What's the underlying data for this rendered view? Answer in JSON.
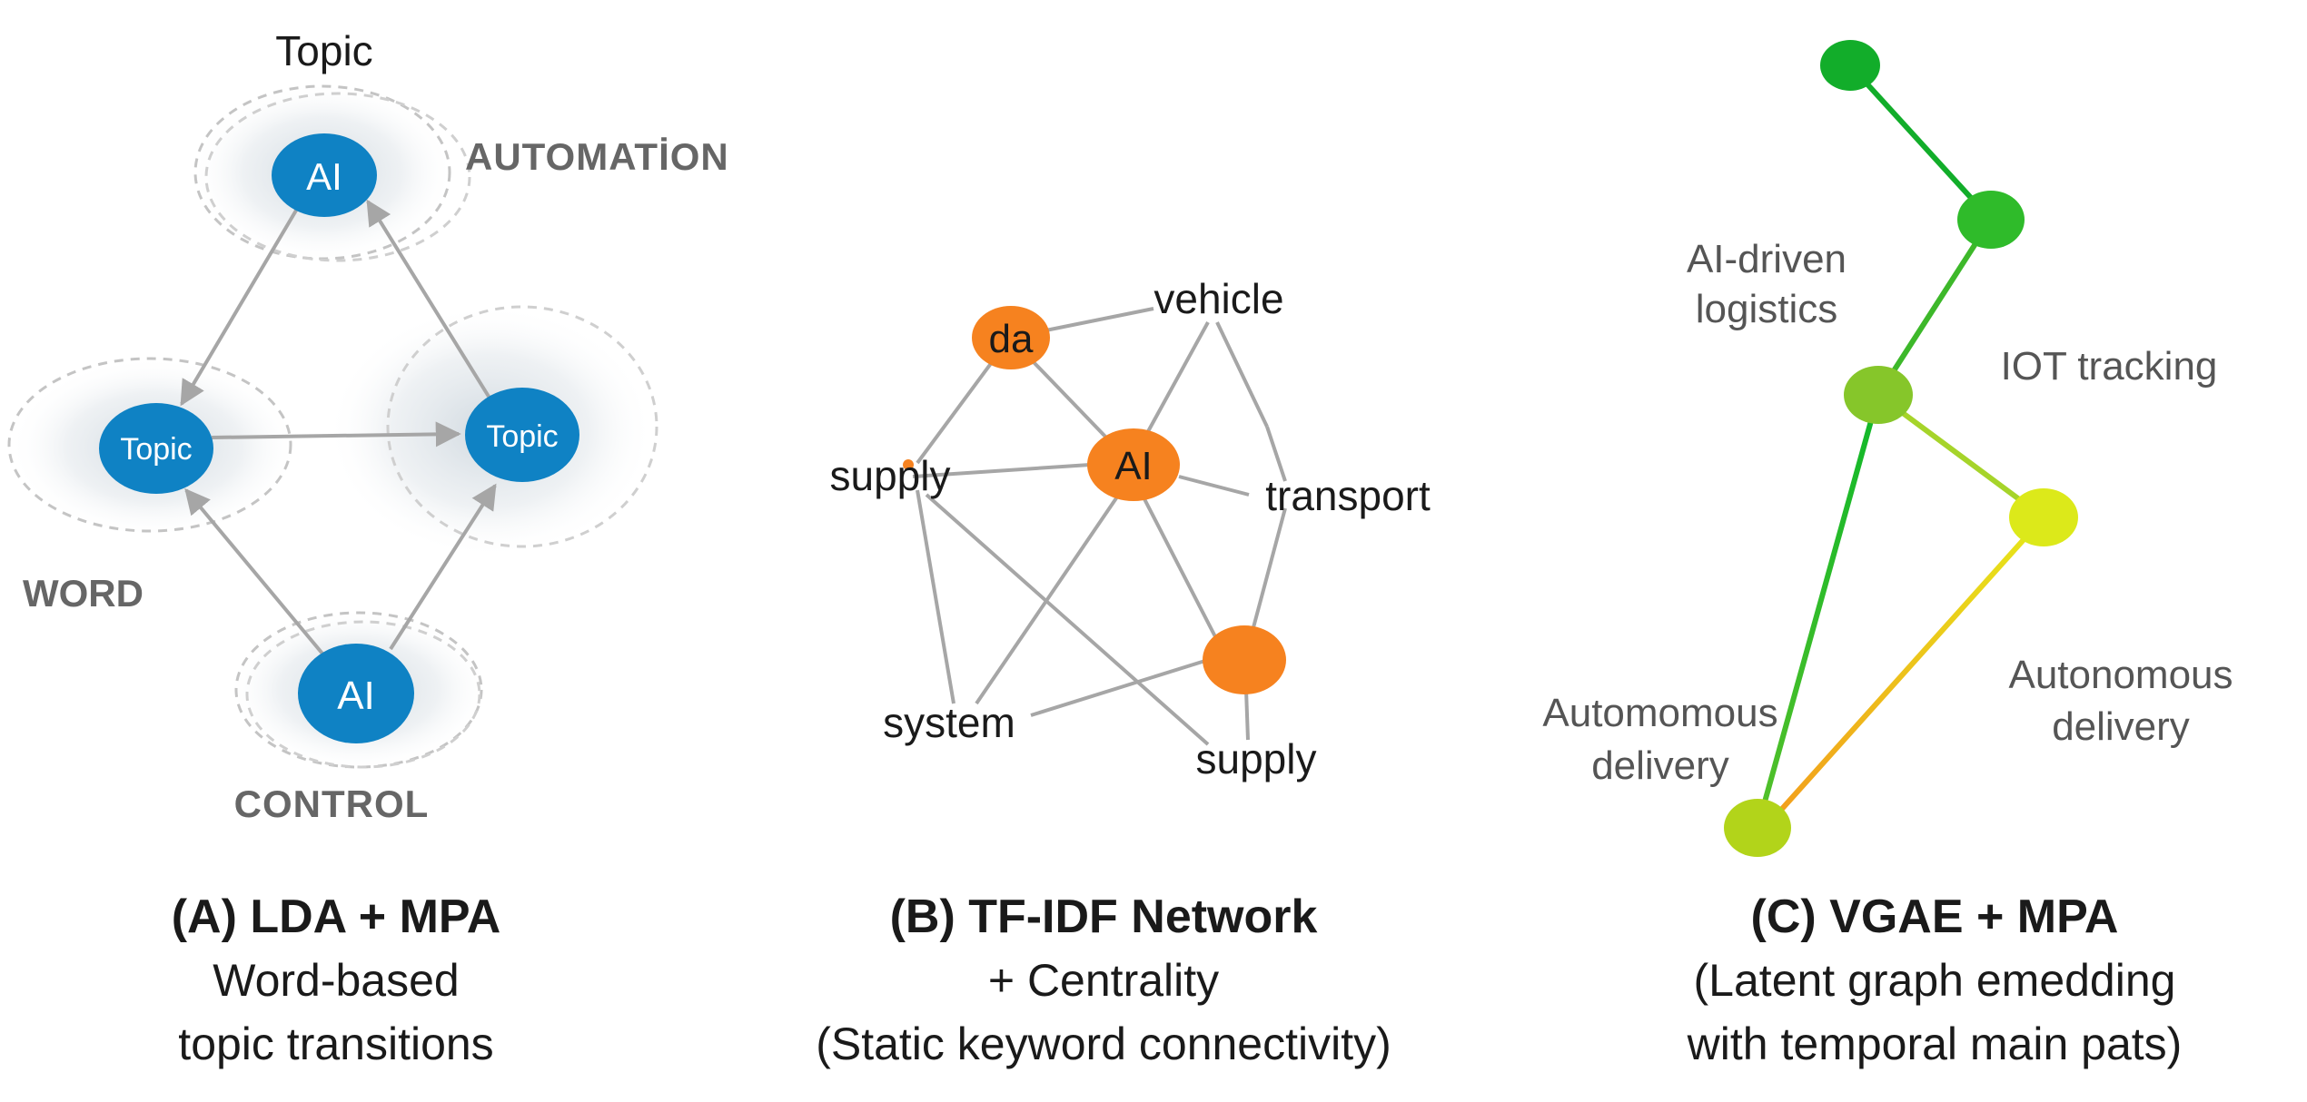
{
  "colors": {
    "blue_node": "#0f82c4",
    "orange_node": "#f6821f",
    "edge_grey": "#a6a6a6",
    "green_dark": "#1faa2a",
    "green_mid": "#7cc42a",
    "yellow": "#dbe81a",
    "orange_edge": "#f3a21c",
    "label_grey": "#666666"
  },
  "panel_a": {
    "top_label": "Topic",
    "automation_label": "AUTOMATİON",
    "word_label": "WORD",
    "control_label": "CONTROL",
    "node_top": "AI",
    "node_left": "Topic",
    "node_right": "Topic",
    "node_bottom": "AI",
    "caption_title": "(A) LDA + MPA",
    "caption_line1": "Word-based",
    "caption_line2": "topic transitions"
  },
  "panel_b": {
    "node_da": "da",
    "node_ai": "AI",
    "word_vehicle": "vehicle",
    "word_supply_left": "supply",
    "word_transport": "transport",
    "word_system": "system",
    "word_supply_bottom": "supply",
    "caption_title": "(B) TF-IDF Network",
    "caption_line1": "+ Centrality",
    "caption_line2": "(Static keyword connectivity)"
  },
  "panel_c": {
    "label_ai_driven_1": "AI-driven",
    "label_ai_driven_2": "logistics",
    "label_iot": "IOT tracking",
    "label_autonomous_1": "Autonomous",
    "label_autonomous_2": "delivery",
    "label_automomous_1": "Automomous",
    "label_automomous_2": "delivery",
    "caption_title": "(C) VGAE + MPA",
    "caption_line1": "(Latent graph emedding",
    "caption_line2": "with temporal main pats)"
  }
}
